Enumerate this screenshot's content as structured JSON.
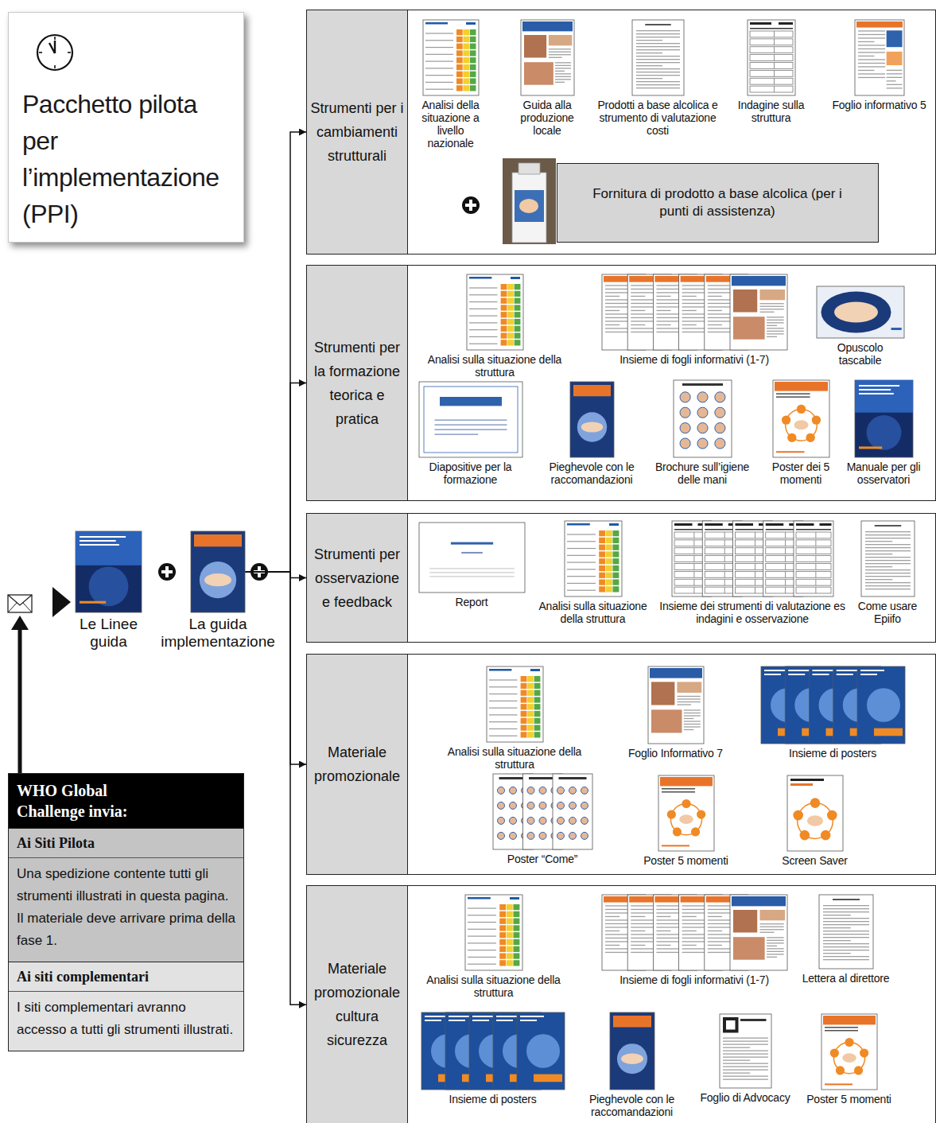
{
  "diagram": {
    "title": "Pacchetto pilota per l’implementazione (PPI)",
    "nodes": [
      {
        "text": [
          "Le Linee guida"
        ]
      },
      {
        "text": [
          "La guida implementazione"
        ]
      },
      {
        "text": [
          "Strumenti per i cambiamenti strutturali"
        ]
      },
      {
        "text": [
          "Analisi della situazione a livello nazionale"
        ],
        "in": 2
      },
      {
        "text": [
          "Guida alla produzione locale"
        ],
        "in": 2
      },
      {
        "text": [
          "Prodotti a base alcolica e strumento di valutazione costi"
        ],
        "in": 2
      },
      {
        "text": [
          "Indagine sulla struttura"
        ],
        "in": 2
      },
      {
        "text": [
          "Foglio informativo 5"
        ],
        "in": 2
      },
      {
        "text": [
          "Fornitura di prodotto a base alcolica (per i punti di assistenza)"
        ],
        "in": 2
      },
      {
        "text": [
          "Strumenti per la formazione teorica e pratica"
        ]
      },
      {
        "text": [
          "Analisi sulla situazione della struttura"
        ],
        "in": 9
      },
      {
        "text": [
          "Insieme di fogli informativi (1-7)"
        ],
        "in": 9
      },
      {
        "text": [
          "Opuscolo tascabile"
        ],
        "in": 9
      },
      {
        "text": [
          "Diapositive per la formazione"
        ],
        "in": 9
      },
      {
        "text": [
          "Pieghevole con le raccomandazioni"
        ],
        "in": 9
      },
      {
        "text": [
          "Brochure sull’igiene delle mani"
        ],
        "in": 9
      },
      {
        "text": [
          "Poster dei 5 momenti"
        ],
        "in": 9
      },
      {
        "text": [
          "Manuale per gli osservatori"
        ],
        "in": 9
      },
      {
        "text": [
          "Strumenti per osservazione e feedback"
        ]
      },
      {
        "text": [
          "Report"
        ],
        "in": 18
      },
      {
        "text": [
          "Analisi sulla situazione della struttura"
        ],
        "in": 18
      },
      {
        "text": [
          "Insieme dei strumenti di valutazione es indagini e osservazione"
        ],
        "in": 18
      },
      {
        "text": [
          "Come usare Epiifo"
        ],
        "in": 18
      },
      {
        "text": [
          "Materiale promozionale"
        ]
      },
      {
        "text": [
          "Analisi sulla situazione della struttura"
        ],
        "in": 23
      },
      {
        "text": [
          "Foglio Informativo 7"
        ],
        "in": 23
      },
      {
        "text": [
          "Insieme di posters"
        ],
        "in": 23
      },
      {
        "text": [
          "Poster “Come”"
        ],
        "in": 23
      },
      {
        "text": [
          "Poster 5 momenti"
        ],
        "in": 23
      },
      {
        "text": [
          "Screen Saver"
        ],
        "in": 23
      },
      {
        "text": [
          "Materiale promozionale cultura sicurezza"
        ]
      },
      {
        "text": [
          "Analisi sulla situazione della struttura"
        ],
        "in": 30
      },
      {
        "text": [
          "Insieme di fogli informativi (1-7)"
        ],
        "in": 30
      },
      {
        "text": [
          "Lettera al direttore"
        ],
        "in": 30
      },
      {
        "text": [
          "Insieme di posters"
        ],
        "in": 30
      },
      {
        "text": [
          "Pieghevole con le raccomandazioni"
        ],
        "in": 30
      },
      {
        "text": [
          "Foglio di Advocacy"
        ],
        "in": 30
      },
      {
        "text": [
          "Poster 5 momenti"
        ],
        "in": 30
      },
      {
        "text": [
          "WHO Global Challenge invia:",
          "Ai Siti Pilota",
          "Una spedizione contente tutti gli strumenti illustrati in questa pagina. Il materiale deve arrivare prima della fase 1.",
          "Ai siti complementari",
          "I siti complementari avranno accesso a tutti gli strumenti illustrati."
        ]
      }
    ],
    "edges": [
      {
        "from": 1,
        "to": 2,
        "arrow": "to"
      },
      {
        "from": 1,
        "to": 9,
        "arrow": "to"
      },
      {
        "from": 1,
        "to": 18,
        "arrow": "to"
      },
      {
        "from": 1,
        "to": 23,
        "arrow": "to"
      },
      {
        "from": 1,
        "to": 30,
        "arrow": "to"
      }
    ]
  }
}
